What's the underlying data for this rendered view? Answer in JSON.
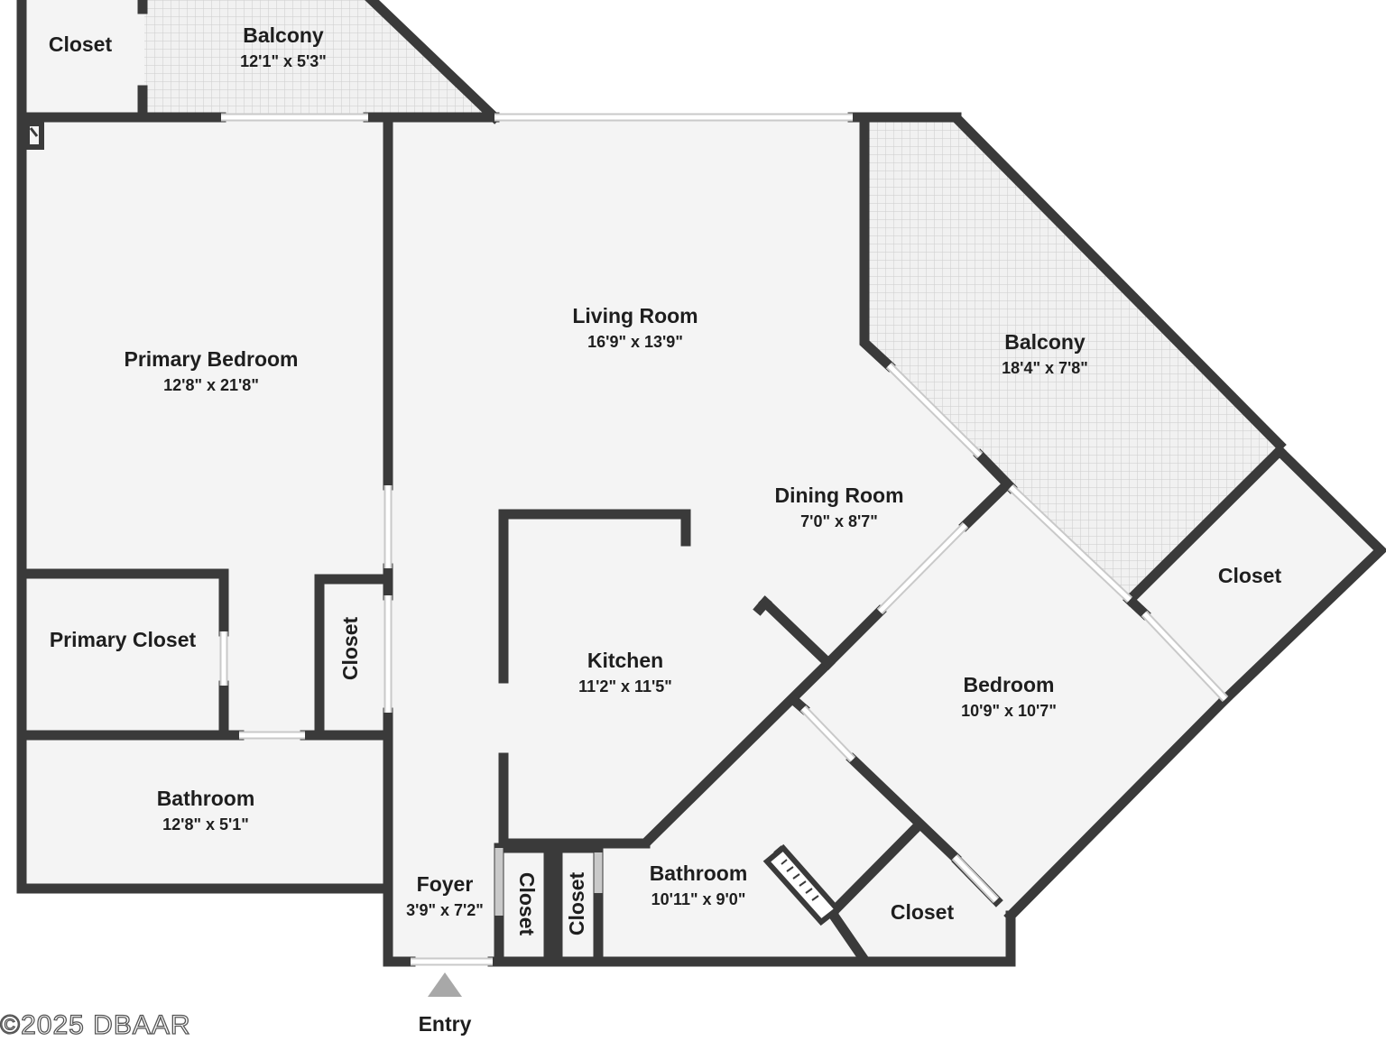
{
  "rooms": [
    {
      "key": "closet_top",
      "name": "Closet",
      "dims": ""
    },
    {
      "key": "balcony_top",
      "name": "Balcony",
      "dims": "12'1\" x 5'3\""
    },
    {
      "key": "primary_bedroom",
      "name": "Primary Bedroom",
      "dims": "12'8\" x 21'8\""
    },
    {
      "key": "living_room",
      "name": "Living Room",
      "dims": "16'9\" x 13'9\""
    },
    {
      "key": "balcony_right",
      "name": "Balcony",
      "dims": "18'4\" x 7'8\""
    },
    {
      "key": "dining_room",
      "name": "Dining Room",
      "dims": "7'0\" x 8'7\""
    },
    {
      "key": "closet_right",
      "name": "Closet",
      "dims": ""
    },
    {
      "key": "primary_closet",
      "name": "Primary Closet",
      "dims": ""
    },
    {
      "key": "closet_vertical",
      "name": "Closet",
      "dims": ""
    },
    {
      "key": "kitchen",
      "name": "Kitchen",
      "dims": "11'2\" x 11'5\""
    },
    {
      "key": "bedroom",
      "name": "Bedroom",
      "dims": "10'9\" x 10'7\""
    },
    {
      "key": "bathroom_left",
      "name": "Bathroom",
      "dims": "12'8\" x 5'1\""
    },
    {
      "key": "foyer",
      "name": "Foyer",
      "dims": "3'9\" x 7'2\""
    },
    {
      "key": "closet_foyer_a",
      "name": "Closet",
      "dims": ""
    },
    {
      "key": "closet_foyer_b",
      "name": "Closet",
      "dims": ""
    },
    {
      "key": "bathroom_right",
      "name": "Bathroom",
      "dims": "10'11\" x 9'0\""
    },
    {
      "key": "closet_bottom",
      "name": "Closet",
      "dims": ""
    }
  ],
  "entry_label": "Entry",
  "copyright": "©2025 DBAAR",
  "colors": {
    "wall": "#3a3a3a",
    "floor": "#f4f4f4",
    "balcony": "#ececec",
    "text": "#1e1e1e",
    "entry_arrow": "#a8a8a8"
  }
}
